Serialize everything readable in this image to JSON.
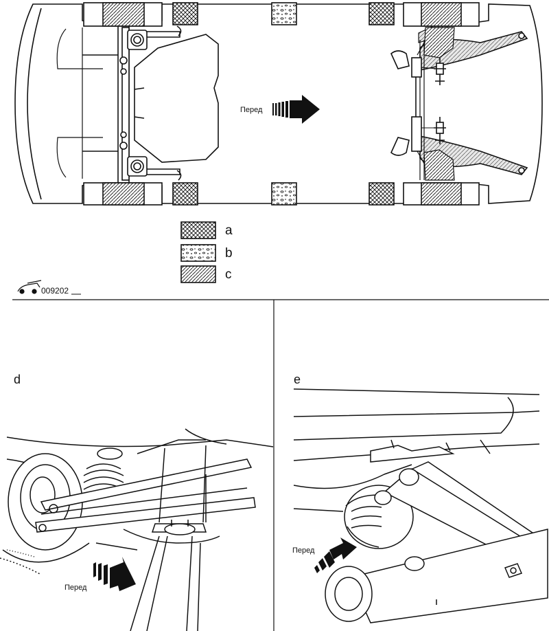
{
  "top": {
    "direction_label": "Перед"
  },
  "legend": [
    {
      "key": "a",
      "pattern": "crosshatch"
    },
    {
      "key": "b",
      "pattern": "speckled"
    },
    {
      "key": "c",
      "pattern": "diagonal"
    }
  ],
  "figure_code": "009202",
  "panel_d": {
    "label": "d",
    "direction_label": "Перед"
  },
  "panel_e": {
    "label": "e",
    "direction_label": "Перед"
  },
  "colors": {
    "ink": "#111111",
    "paper": "#ffffff",
    "tint": "#d9d9d9"
  }
}
